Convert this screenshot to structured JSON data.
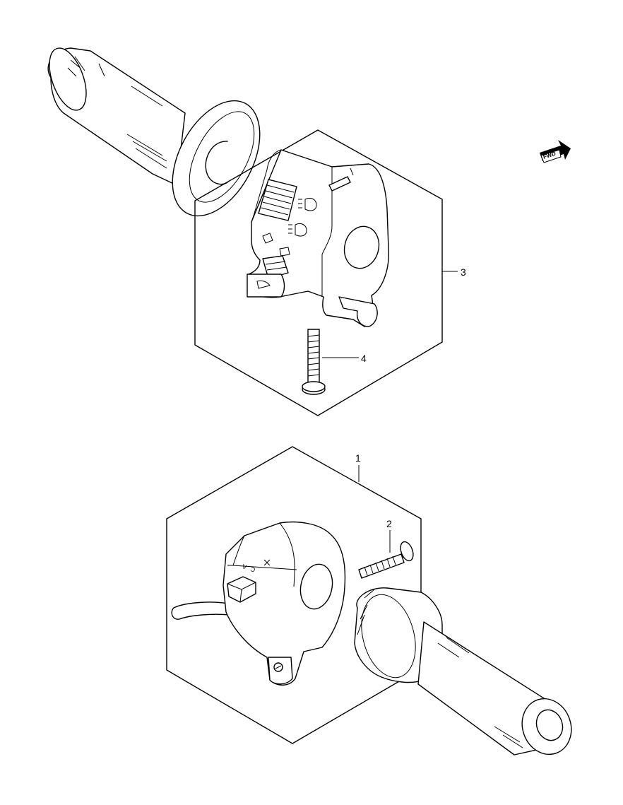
{
  "callouts": [
    {
      "id": "1",
      "label": "1"
    },
    {
      "id": "2",
      "label": "2"
    },
    {
      "id": "3",
      "label": "3"
    },
    {
      "id": "4",
      "label": "4"
    }
  ],
  "fwd_arrow": {
    "label": "FWD",
    "icon": "fwd-arrow-icon"
  },
  "colors": {
    "line": "#000000",
    "background": "#ffffff"
  }
}
